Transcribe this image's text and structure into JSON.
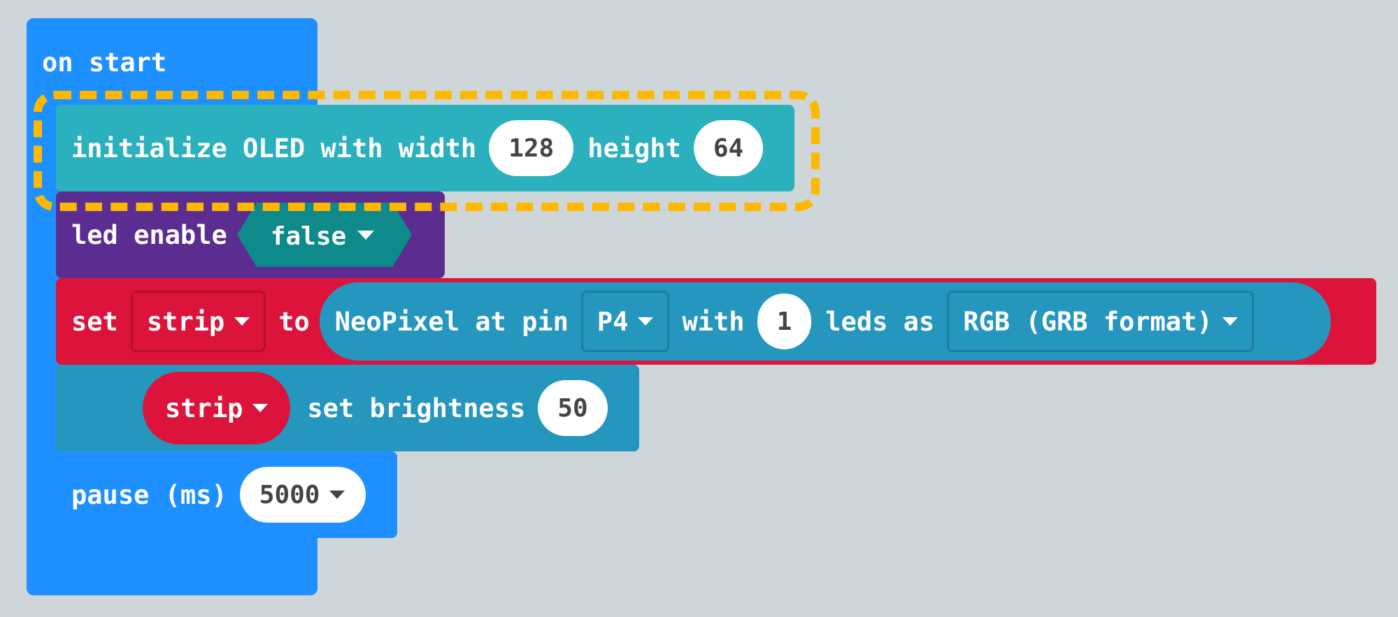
{
  "blocks": {
    "on_start": "on start",
    "oled": {
      "label1": "initialize OLED with width",
      "width": "128",
      "label2": "height",
      "height": "64"
    },
    "led": {
      "label": "led enable",
      "value": "false"
    },
    "set": {
      "label1": "set",
      "var": "strip",
      "label2": "to",
      "neo_label1": "NeoPixel at pin",
      "pin": "P4",
      "neo_label2": "with",
      "count": "1",
      "neo_label3": "leds as",
      "mode": "RGB (GRB format)"
    },
    "brightness": {
      "var": "strip",
      "label": "set brightness",
      "value": "50"
    },
    "pause": {
      "label": "pause (ms)",
      "value": "5000"
    }
  },
  "colors": {
    "on_start": "#1e90ff",
    "oled": "#2bb0bd",
    "led": "#5c2d91",
    "led_value": "#0e8a8a",
    "variables": "#dc143c",
    "neopixel": "#2596be",
    "highlight": "#ffb800"
  }
}
